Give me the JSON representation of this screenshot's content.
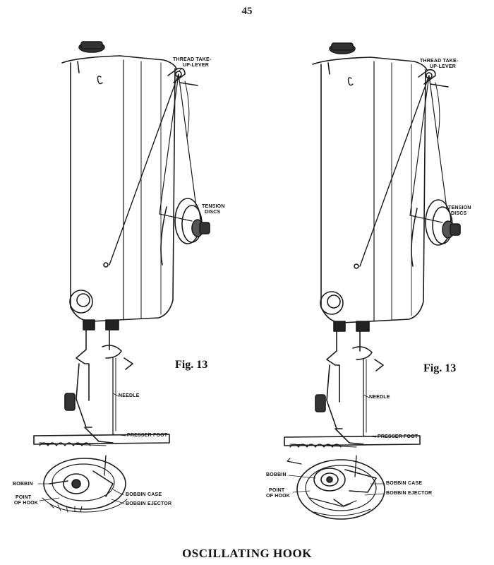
{
  "page_number": "45",
  "title": "OSCILLATING HOOK",
  "figures": [
    {
      "caption": "Fig. 13",
      "labels": {
        "thread_take_up_lever_1": "THREAD TAKE-",
        "thread_take_up_lever_2": "UP-LEVER",
        "tension_discs_1": "TENSION",
        "tension_discs_2": "DISCS",
        "needle": "NEEDLE",
        "presser_foot": "PRESSER FOOT",
        "bobbin": "BOBBIN",
        "bobbin_case": "BOBBIN CASE",
        "point_of_hook_1": "POINT",
        "point_of_hook_2": "OF HOOK",
        "bobbin_ejector": "BOBBIN EJECTOR"
      }
    },
    {
      "caption": "Fig. 13",
      "labels": {
        "thread_take_up_lever_1": "THREAD TAKE-",
        "thread_take_up_lever_2": "UP-LEVER",
        "tension_discs_1": "TENSION",
        "tension_discs_2": "DISCS",
        "needle": "NEEDLE",
        "presser_foot": "PRESSER FOOT",
        "bobbin": "BOBBIN",
        "bobbin_case": "BOBBIN CASE",
        "point_of_hook_1": "POINT",
        "point_of_hook_2": "OF HOOK",
        "bobbin_ejector": "BOBBIN EJECTOR"
      }
    }
  ]
}
